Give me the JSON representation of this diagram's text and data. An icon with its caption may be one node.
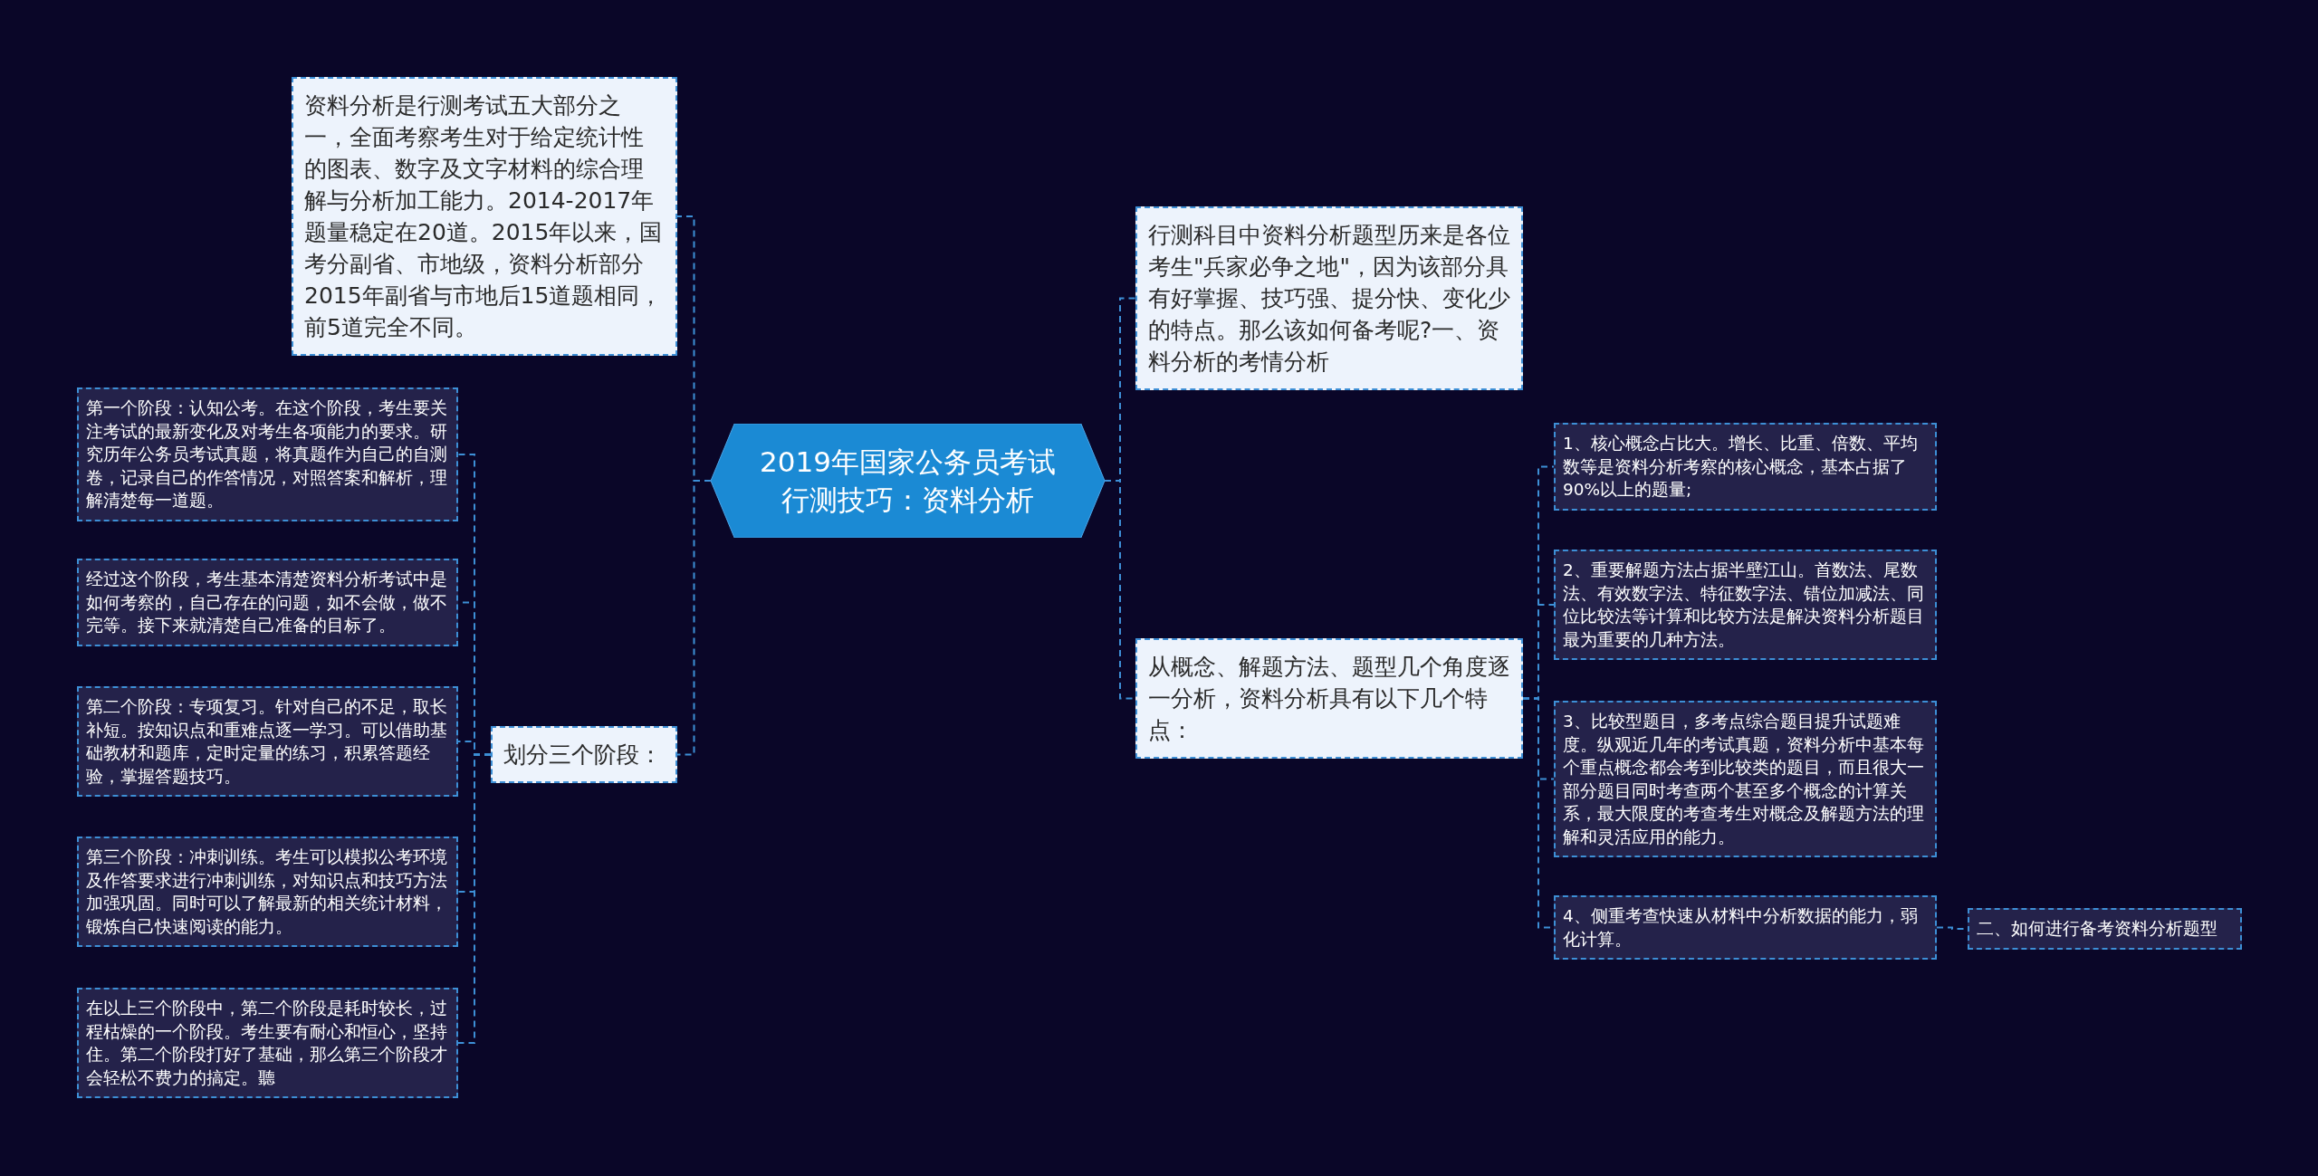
{
  "diagram": {
    "nodes": [
      {
        "text": [
          "2019年国家公务员考试行测技巧：资料分析"
        ]
      },
      {
        "text": [
          "资料分析是行测考试五大部分之一，全面考察考生对于给定统计性的图表、数字及文字材料的综合理解与分析加工能力。2014-2017年题量稳定在20道。2015年以来，国考分副省、市地级，资料分析部分2015年副省与市地后15道题相同，前5道完全不同。"
        ]
      },
      {
        "text": [
          "划分三个阶段："
        ]
      },
      {
        "text": [
          "第一个阶段：认知公考。在这个阶段，考生要关注考试的最新变化及对考生各项能力的要求。研究历年公务员考试真题，将真题作为自己的自测卷，记录自己的作答情况，对照答案和解析，理解清楚每一道题。"
        ]
      },
      {
        "text": [
          "经过这个阶段，考生基本清楚资料分析考试中是如何考察的，自己存在的问题，如不会做，做不完等。接下来就清楚自己准备的目标了。"
        ]
      },
      {
        "text": [
          "第二个阶段：专项复习。针对自己的不足，取长补短。按知识点和重难点逐一学习。可以借助基础教材和题库，定时定量的练习，积累答题经验，掌握答题技巧。"
        ]
      },
      {
        "text": [
          "第三个阶段：冲刺训练。考生可以模拟公考环境及作答要求进行冲刺训练，对知识点和技巧方法加强巩固。同时可以了解最新的相关统计材料，锻炼自己快速阅读的能力。"
        ]
      },
      {
        "text": [
          "在以上三个阶段中，第二个阶段是耗时较长，过程枯燥的一个阶段。考生要有耐心和恒心，坚持住。第二个阶段打好了基础，那么第三个阶段才会轻松不费力的搞定。聽"
        ]
      },
      {
        "text": [
          "行测科目中资料分析题型历来是各位考生\"兵家必争之地\"，因为该部分具有好掌握、技巧强、提分快、变化少的特点。那么该如何备考呢?一、资料分析的考情分析"
        ]
      },
      {
        "text": [
          "从概念、解题方法、题型几个角度逐一分析，资料分析具有以下几个特点："
        ]
      },
      {
        "text": [
          "1、核心概念占比大。增长、比重、倍数、平均数等是资料分析考察的核心概念，基本占据了90%以上的题量;"
        ]
      },
      {
        "text": [
          "2、重要解题方法占据半壁江山。首数法、尾数法、有效数字法、特征数字法、错位加减法、同位比较法等计算和比较方法是解决资料分析题目最为重要的几种方法。"
        ]
      },
      {
        "text": [
          "3、比较型题目，多考点综合题目提升试题难度。纵观近几年的考试真题，资料分析中基本每个重点概念都会考到比较类的题目，而且很大一部分题目同时考查两个甚至多个概念的计算关系，最大限度的考查考生对概念及解题方法的理解和灵活应用的能力。"
        ]
      },
      {
        "text": [
          "4、侧重考查快速从材料中分析数据的能力，弱化计算。"
        ]
      },
      {
        "text": [
          "二、如何进行备考资料分析题型"
        ]
      }
    ],
    "edges": [
      {
        "from": 0,
        "to": 1,
        "arrow": "none"
      },
      {
        "from": 0,
        "to": 2,
        "arrow": "none"
      },
      {
        "from": 2,
        "to": 3,
        "arrow": "none"
      },
      {
        "from": 2,
        "to": 4,
        "arrow": "none"
      },
      {
        "from": 2,
        "to": 5,
        "arrow": "none"
      },
      {
        "from": 2,
        "to": 6,
        "arrow": "none"
      },
      {
        "from": 2,
        "to": 7,
        "arrow": "none"
      },
      {
        "from": 0,
        "to": 8,
        "arrow": "none"
      },
      {
        "from": 0,
        "to": 9,
        "arrow": "none"
      },
      {
        "from": 9,
        "to": 10,
        "arrow": "none"
      },
      {
        "from": 9,
        "to": 11,
        "arrow": "none"
      },
      {
        "from": 9,
        "to": 12,
        "arrow": "none"
      },
      {
        "from": 9,
        "to": 13,
        "arrow": "none"
      },
      {
        "from": 13,
        "to": 14,
        "arrow": "none"
      }
    ]
  }
}
